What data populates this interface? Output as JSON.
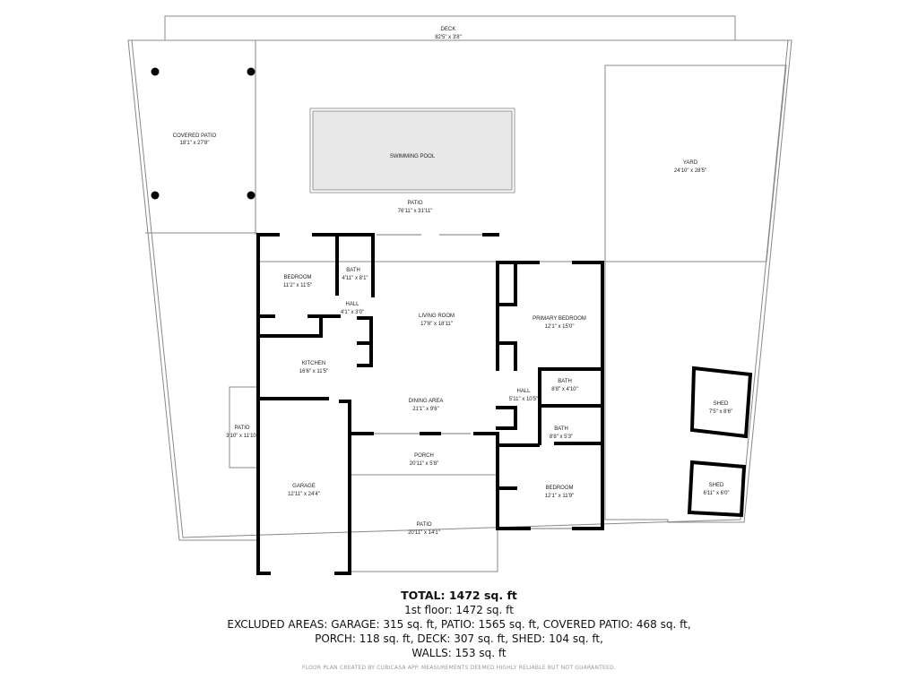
{
  "rooms": {
    "deck": {
      "name": "DECK",
      "size": "82'5\" x 3'8\""
    },
    "covered_patio": {
      "name": "COVERED PATIO",
      "size": "18'1\" x 27'8\""
    },
    "swimming_pool": {
      "name": "SWIMMING POOL"
    },
    "patio_main": {
      "name": "PATIO",
      "size": "76'11\" x 31'11\""
    },
    "yard": {
      "name": "YARD",
      "size": "24'10\" x 28'5\""
    },
    "bedroom_1": {
      "name": "BEDROOM",
      "size": "11'2\" x 11'5\""
    },
    "bath_1": {
      "name": "BATH",
      "size": "4'11\" x 8'1\""
    },
    "hall_1": {
      "name": "HALL",
      "size": "4'1\" x 3'0\""
    },
    "living_room": {
      "name": "LIVING ROOM",
      "size": "17'8\" x 18'11\""
    },
    "kitchen": {
      "name": "KITCHEN",
      "size": "16'6\" x 11'5\""
    },
    "dining_area": {
      "name": "DINING AREA",
      "size": "21'1\" x 9'6\""
    },
    "primary_bedroom": {
      "name": "PRIMARY BEDROOM",
      "size": "12'1\" x 15'0\""
    },
    "hall_2": {
      "name": "HALL",
      "size": "5'11\" x 10'5\""
    },
    "bath_2": {
      "name": "BATH",
      "size": "8'8\" x 4'10\""
    },
    "bath_3": {
      "name": "BATH",
      "size": "8'8\" x 5'3\""
    },
    "bedroom_2": {
      "name": "BEDROOM",
      "size": "12'1\" x 11'9\""
    },
    "patio_side": {
      "name": "PATIO",
      "size": "3'10\" x 11'10\""
    },
    "garage": {
      "name": "GARAGE",
      "size": "12'11\" x 24'4\""
    },
    "porch": {
      "name": "PORCH",
      "size": "20'11\" x 5'8\""
    },
    "patio_front": {
      "name": "PATIO",
      "size": "20'11\" x 14'1\""
    },
    "shed_1": {
      "name": "SHED",
      "size": "7'5\" x 8'6\""
    },
    "shed_2": {
      "name": "SHED",
      "size": "6'11\" x 6'0\""
    }
  },
  "summary": {
    "total": "TOTAL: 1472 sq. ft",
    "floor": "1st floor: 1472 sq. ft",
    "excluded_1": "EXCLUDED AREAS: GARAGE: 315 sq. ft, PATIO: 1565 sq. ft, COVERED PATIO: 468 sq. ft,",
    "excluded_2": "PORCH: 118 sq. ft, DECK: 307 sq. ft, SHED: 104 sq. ft,",
    "excluded_3": "WALLS: 153 sq. ft",
    "footer": "FLOOR PLAN CREATED BY CUBICASA APP. MEASUREMENTS DEEMED HIGHLY RELIABLE BUT NOT GUARANTEED."
  },
  "colors": {
    "wall": "#000000",
    "pool": "#e8e8e8",
    "outline": "#888888"
  }
}
